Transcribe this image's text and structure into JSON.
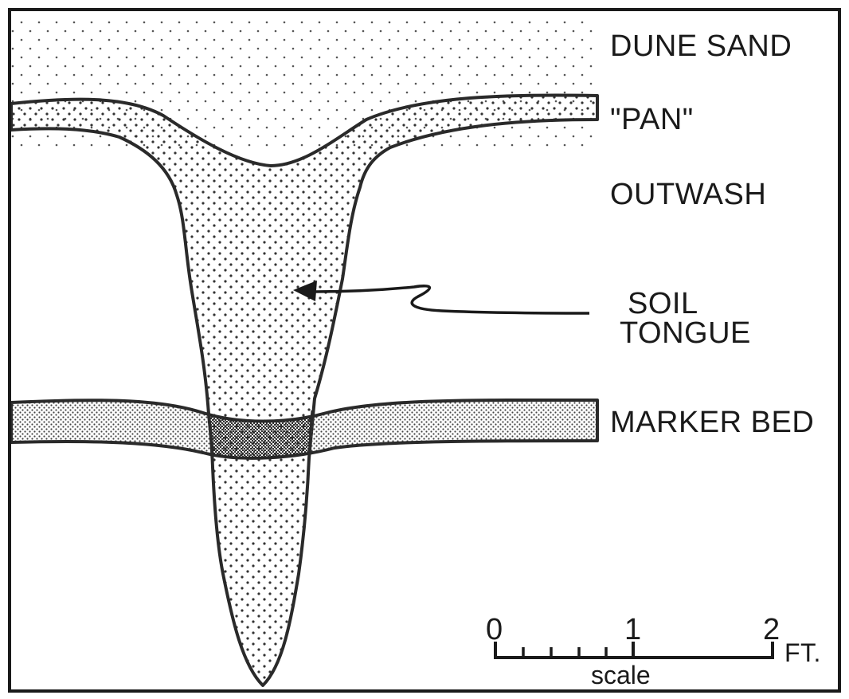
{
  "labels": {
    "dune_sand": "DUNE SAND",
    "pan": "\"PAN\"",
    "outwash": "OUTWASH",
    "soil_line1": "SOIL",
    "soil_line2": "TONGUE",
    "marker_bed": "MARKER BED"
  },
  "scale": {
    "tick_0": "0",
    "tick_1": "1",
    "tick_2": "2",
    "unit": "FT.",
    "caption": "scale"
  }
}
